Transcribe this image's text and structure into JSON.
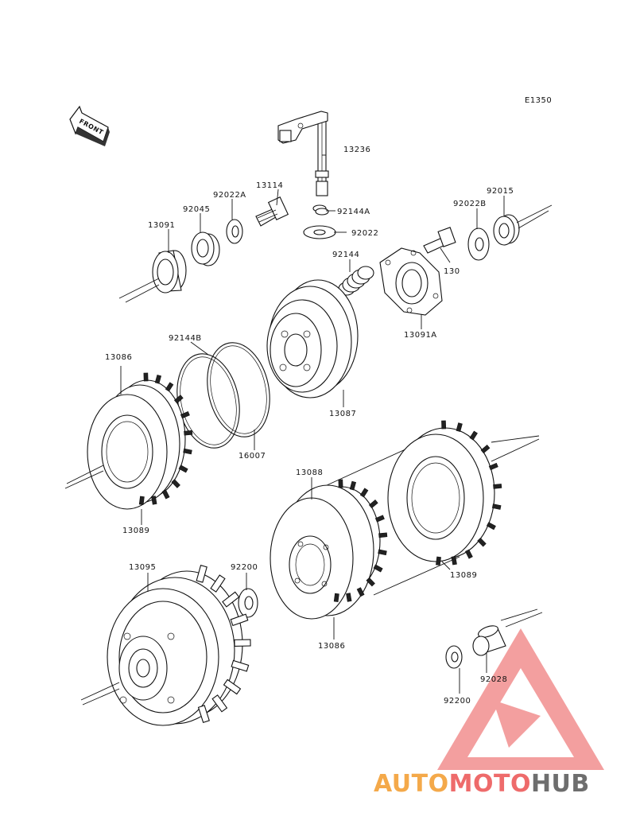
{
  "diagram_code": "E1350",
  "front_label": "FRONT",
  "parts": [
    {
      "id": "p13236",
      "number": "13236"
    },
    {
      "id": "p13114",
      "number": "13114"
    },
    {
      "id": "p92022A",
      "number": "92022A"
    },
    {
      "id": "p92045",
      "number": "92045"
    },
    {
      "id": "p13091",
      "number": "13091"
    },
    {
      "id": "p92144A",
      "number": "92144A"
    },
    {
      "id": "p92022",
      "number": "92022"
    },
    {
      "id": "p92022B",
      "number": "92022B"
    },
    {
      "id": "p92015",
      "number": "92015"
    },
    {
      "id": "p92144",
      "number": "92144"
    },
    {
      "id": "p130",
      "number": "130"
    },
    {
      "id": "p13091A",
      "number": "13091A"
    },
    {
      "id": "p92144B",
      "number": "92144B"
    },
    {
      "id": "p13086a",
      "number": "13086"
    },
    {
      "id": "p13087",
      "number": "13087"
    },
    {
      "id": "p16007",
      "number": "16007"
    },
    {
      "id": "p13088",
      "number": "13088"
    },
    {
      "id": "p13089a",
      "number": "13089"
    },
    {
      "id": "p13089b",
      "number": "13089"
    },
    {
      "id": "p13095",
      "number": "13095"
    },
    {
      "id": "p92200a",
      "number": "92200"
    },
    {
      "id": "p13086b",
      "number": "13086"
    },
    {
      "id": "p92028",
      "number": "92028"
    },
    {
      "id": "p92200b",
      "number": "92200"
    }
  ],
  "watermark": {
    "part1": "AUTO",
    "part2": "MOTO",
    "part3": "HUB",
    "color1": "#F4A94A",
    "color2": "#EE6B6B",
    "color3": "#6E6E6E"
  }
}
